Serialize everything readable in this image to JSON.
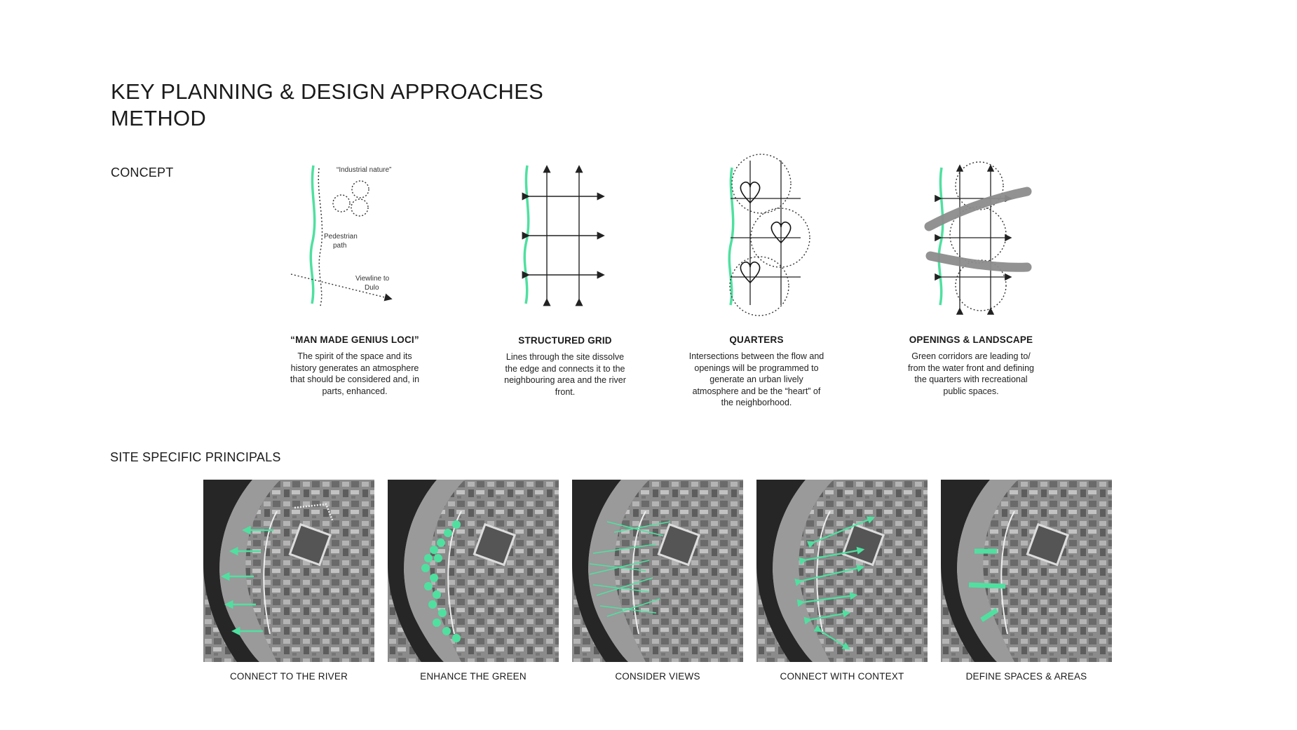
{
  "title": {
    "line1": "KEY PLANNING & DESIGN APPROACHES",
    "line2": "METHOD"
  },
  "sections": {
    "concept": "CONCEPT",
    "site": "SITE SPECIFIC PRINCIPALS"
  },
  "concepts": [
    {
      "heading": "“MAN MADE GENIUS LOCI”",
      "description": "The spirit of the space and its history generates an atmosphere that should be considered and, in parts, enhanced.",
      "annotations": {
        "industrial": "“Industrial nature”",
        "ped1": "Pedestrian",
        "ped2": "path",
        "view1": "Viewline to",
        "view2": "Dulo"
      }
    },
    {
      "heading": "STRUCTURED GRID",
      "description": "Lines through the site dissolve the edge and connects it to the neighbouring area and the river front."
    },
    {
      "heading": "QUARTERS",
      "description": "Intersections between the flow and openings will be programmed to generate an urban lively atmosphere and be the “heart” of the neighborhood."
    },
    {
      "heading": "OPENINGS & LANDSCAPE",
      "description": "Green corridors are leading to/ from the water front and defining the quarters with recreational public spaces."
    }
  ],
  "site_principles": [
    {
      "caption": "CONNECT TO THE RIVER"
    },
    {
      "caption": "ENHANCE THE GREEN"
    },
    {
      "caption": "CONSIDER VIEWS"
    },
    {
      "caption": "CONNECT WITH CONTEXT"
    },
    {
      "caption": "DEFINE SPACES & AREAS"
    }
  ],
  "colors": {
    "accent": "#4fe0a0",
    "text": "#1a1a1a",
    "river": "#2a2a2a",
    "aerial": "#8a8a8a"
  }
}
